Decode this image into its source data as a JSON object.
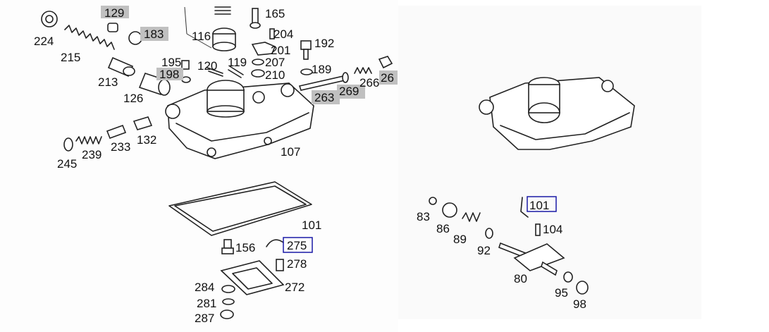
{
  "labels": {
    "l224": "224",
    "l215": "215",
    "l213": "213",
    "l126": "126",
    "l129": "129",
    "l183": "183",
    "l195": "195",
    "l198": "198",
    "l120": "120",
    "l116": "116",
    "l119": "119",
    "l165": "165",
    "l204": "204",
    "l201": "201",
    "l207": "207",
    "l210": "210",
    "l192": "192",
    "l189": "189",
    "l263": "263",
    "l269": "269",
    "l266": "266",
    "l26x": "26",
    "l245": "245",
    "l239": "239",
    "l233": "233",
    "l132": "132",
    "l107": "107",
    "l101a": "101",
    "l156": "156",
    "l275": "275",
    "l278": "278",
    "l272": "272",
    "l284": "284",
    "l281": "281",
    "l287": "287",
    "l83": "83",
    "l86": "86",
    "l89": "89",
    "l92": "92",
    "l101b": "101",
    "l104": "104",
    "l80": "80",
    "l95": "95",
    "l98": "98"
  },
  "colors": {
    "grey_highlight": "#c0c0c0",
    "blue_box": "#1a1aa6"
  }
}
